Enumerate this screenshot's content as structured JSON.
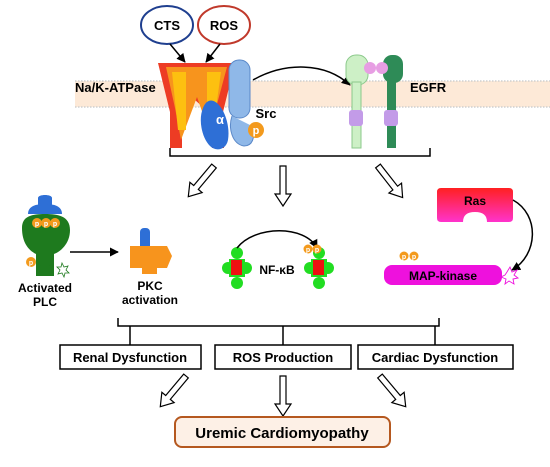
{
  "stimuli": {
    "cts": "CTS",
    "ros": "ROS"
  },
  "membrane_proteins": {
    "nka": "Na/K-ATPase",
    "alpha": "α",
    "src": "Src",
    "p": "p",
    "egfr": "EGFR"
  },
  "pathways": {
    "p": "p",
    "plc": [
      "Activated",
      "PLC"
    ],
    "pkc": [
      "PKC",
      "activation"
    ],
    "nfkb": "NF-κB",
    "ras": "Ras",
    "mapk": "MAP-kinase"
  },
  "outcomes": [
    "Renal Dysfunction",
    "ROS Production",
    "Cardiac Dysfunction"
  ],
  "final": "Uremic Cardiomyopathy",
  "colors": {
    "cts_ring": "#1f3f8f",
    "ros_ring": "#c0392b",
    "nka_orange": "#f7941d",
    "nka_red": "#ed3c24",
    "nka_yellow": "#fdc010",
    "alpha_blue": "#2e6fd6",
    "src_blue": "#8fb8e8",
    "phospho": "#f39a1d",
    "egfr_dark": "#2e8b57",
    "egfr_light": "#cdf0c6",
    "egfr_pink": "#e79ee3",
    "egfr_purple": "#c39be8",
    "plc_green": "#1e7a1e",
    "pkc_orange": "#f7941d",
    "nfkb_green": "#22dd22",
    "nfkb_red": "#ee1111",
    "mapk_magenta": "#ee11dd",
    "final_border": "#b5581f",
    "final_fill": "#fdf0e6"
  }
}
